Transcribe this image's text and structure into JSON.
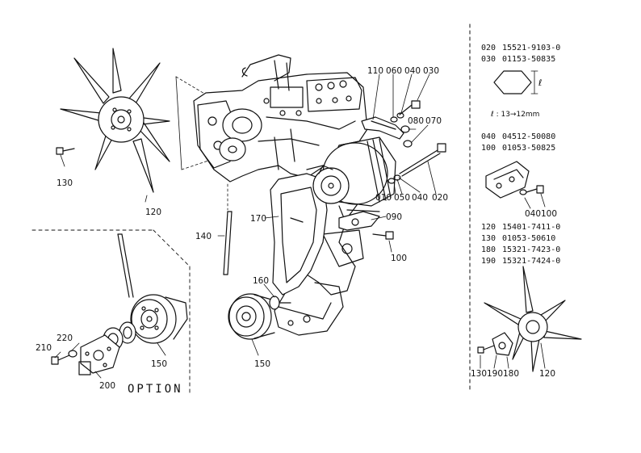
{
  "callouts": {
    "c130_top": "130",
    "c120_top": "120",
    "c140": "140",
    "c110": "110",
    "c060_top": "060",
    "c040_top": "040",
    "c030": "030",
    "c080": "080",
    "c070": "070",
    "c010": "010",
    "c050": "050",
    "c040_mid": "040",
    "c020": "020",
    "c090": "090",
    "c100_mid": "100",
    "c170": "170",
    "c160": "160",
    "c150_mid": "150",
    "c220": "220",
    "c210": "210",
    "c150_left": "150",
    "c200": "200",
    "c040_right": "040",
    "c100_right": "100",
    "c130_br": "130",
    "c190": "190",
    "c180": "180",
    "c120_br": "120"
  },
  "option_label": "OPTION",
  "parts_table": [
    {
      "ref": "020",
      "part": "15521-9103-0"
    },
    {
      "ref": "030",
      "part": "01153-50835"
    },
    {
      "ref": "040",
      "part": "04512-50080"
    },
    {
      "ref": "100",
      "part": "01053-50825"
    },
    {
      "ref": "120",
      "part": "15401-7411-0"
    },
    {
      "ref": "130",
      "part": "01053-50610"
    },
    {
      "ref": "180",
      "part": "15321-7423-0"
    },
    {
      "ref": "190",
      "part": "15321-7424-0"
    }
  ],
  "nut_dim_label": "ℓ",
  "nut_size": "ℓ : 13→12mm"
}
